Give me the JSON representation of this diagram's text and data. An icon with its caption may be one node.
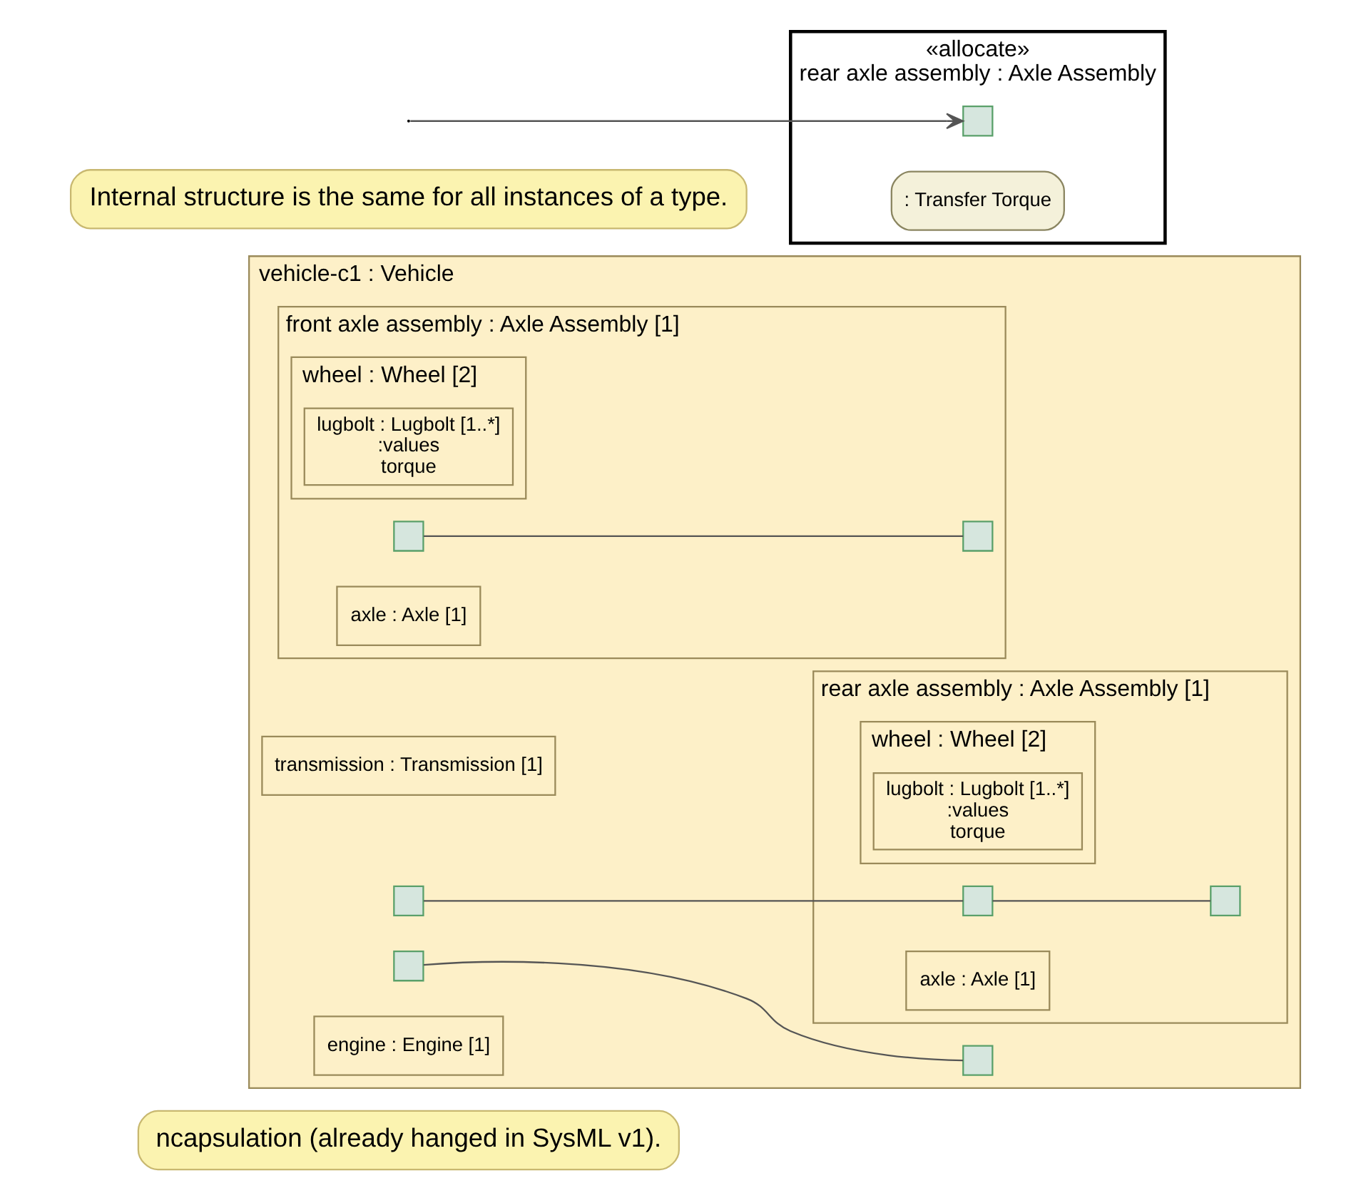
{
  "diagram": {
    "nodes": [
      {
        "text": [
          "ncapsulation (already hanged in SysML v1)."
        ]
      },
      {
        "text": [
          "vehicle-c1 : Vehicle"
        ]
      },
      {
        "text": [
          "transmission : Transmission [1]"
        ],
        "in": 1
      },
      {
        "text": [],
        "shape": "box",
        "in": 1
      },
      {
        "text": [],
        "shape": "box",
        "in": 1
      },
      {
        "text": [],
        "shape": "box",
        "in": 1
      },
      {
        "text": [
          "engine : Engine [1]"
        ],
        "in": 1
      },
      {
        "text": [
          "rear axle assembly : Axle Assembly [1]"
        ],
        "in": 1
      },
      {
        "text": [],
        "shape": "box",
        "in": 7
      },
      {
        "text": [],
        "shape": "box",
        "in": 7
      },
      {
        "text": [
          "axle : Axle [1]"
        ],
        "in": 7
      },
      {
        "text": [
          "wheel : Wheel [2]"
        ],
        "in": 7
      },
      {
        "text": [
          "lugbolt : Lugbolt [1..*]",
          ":values",
          "torque"
        ],
        "in": 11
      },
      {
        "text": [
          "Internal structure is the same for all instances of a type."
        ]
      },
      {
        "text": [
          "front axle assembly : Axle Assembly [1]"
        ],
        "in": 1
      },
      {
        "text": [],
        "shape": "box",
        "in": 14
      },
      {
        "text": [],
        "shape": "box",
        "in": 14
      },
      {
        "text": [
          "axle : Axle [1]"
        ],
        "in": 14
      },
      {
        "text": [
          "wheel : Wheel [2]"
        ],
        "in": 14
      },
      {
        "text": [
          "lugbolt : Lugbolt [1..*]",
          ":values",
          "torque"
        ],
        "in": 18
      },
      {
        "text": [
          "«allocate»",
          "rear axle assembly : Axle Assembly"
        ]
      },
      {
        "text": [],
        "shape": "box",
        "in": 20
      },
      {
        "text": [
          ": Transfer Torque"
        ],
        "in": 20
      }
    ],
    "edges": [
      {
        "from": 3,
        "to": 8,
        "arrow": "none"
      },
      {
        "from": 8,
        "to": 9,
        "arrow": "none"
      },
      {
        "from": 4,
        "to": 5,
        "arrow": "none"
      },
      {
        "from": 15,
        "to": 16,
        "arrow": "none"
      },
      {
        "from": null,
        "to": 21,
        "arrow": "to"
      }
    ]
  }
}
